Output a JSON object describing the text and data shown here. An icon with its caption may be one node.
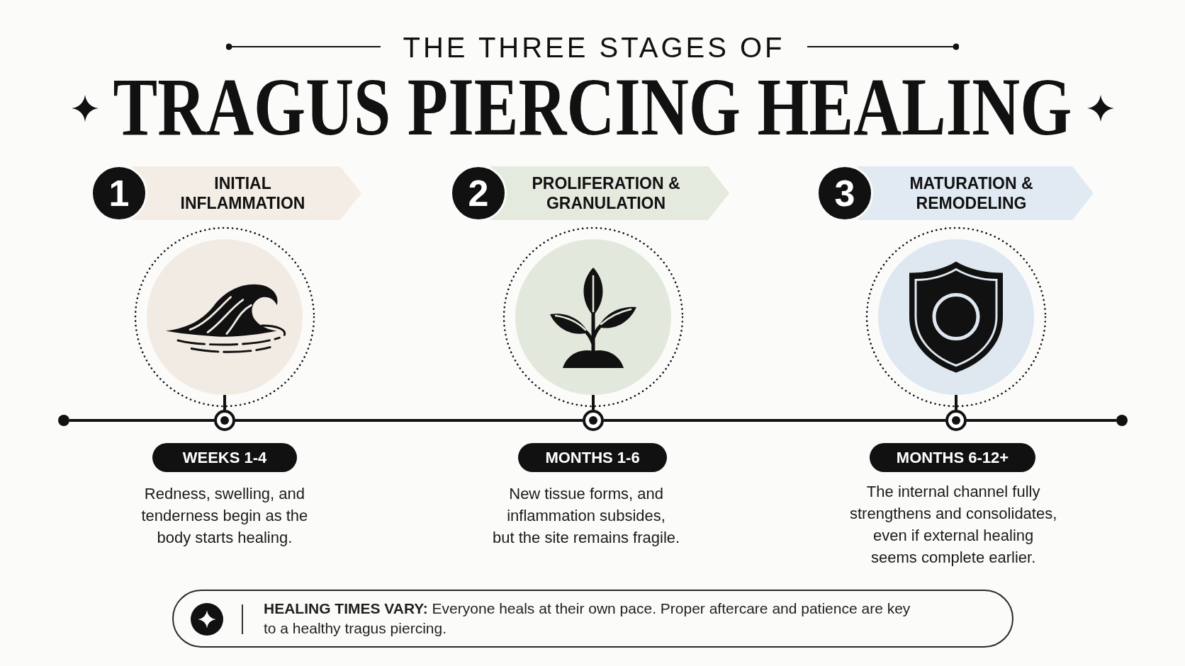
{
  "diagram": {
    "title": "TRAGUS PIERCING HEALING",
    "nodes": [
      {
        "text": [
          "1"
        ]
      },
      {
        "text": [
          "INITIAL INFLAMMATION"
        ]
      },
      {
        "text": [
          "2"
        ]
      },
      {
        "text": [
          "PROLIFERATION & GRANULATION"
        ]
      },
      {
        "text": [
          "3"
        ]
      },
      {
        "text": [
          "MATURATION & REMODELING"
        ]
      },
      {
        "text": [],
        "shape": "circle"
      },
      {
        "text": [],
        "shape": "circle"
      },
      {
        "text": [],
        "shape": "circle"
      },
      {
        "text": [],
        "shape": "circle"
      },
      {
        "text": [],
        "shape": "circle"
      },
      {
        "text": [],
        "shape": "circle"
      },
      {
        "text": [],
        "shape": "circle"
      },
      {
        "text": [],
        "shape": "circle"
      },
      {
        "text": [
          "WEEKS 1-4"
        ],
        "beside": [
          "Redness, swelling, and tenderness begin as the body starts healing."
        ]
      },
      {
        "text": [
          "MONTHS 1-6"
        ],
        "beside": [
          "New tissue forms, and inflammation subsides, but the site remains fragile."
        ]
      },
      {
        "text": [
          "MONTHS 6-12+"
        ],
        "beside": [
          "The internal channel fully strengthens and consolidates, even if external healing seems complete earlier."
        ]
      },
      {
        "text": [
          "**HEALING TIMES VARY:** Everyone heals at their own pace. Proper aftercare and patience are key to a healthy tragus piercing."
        ]
      }
    ],
    "edges": [
      {
        "from": 6,
        "to": 10,
        "arrow": "none"
      },
      {
        "from": 7,
        "to": 11,
        "arrow": "none"
      },
      {
        "from": 8,
        "to": 12,
        "arrow": "none"
      },
      {
        "from": 9,
        "to": 10,
        "arrow": "none"
      },
      {
        "from": 10,
        "to": 11,
        "arrow": "none"
      },
      {
        "from": 11,
        "to": 12,
        "arrow": "none"
      },
      {
        "from": 12,
        "to": 13,
        "arrow": "none"
      }
    ],
    "labels": [
      "THE THREE STAGES OF"
    ]
  }
}
